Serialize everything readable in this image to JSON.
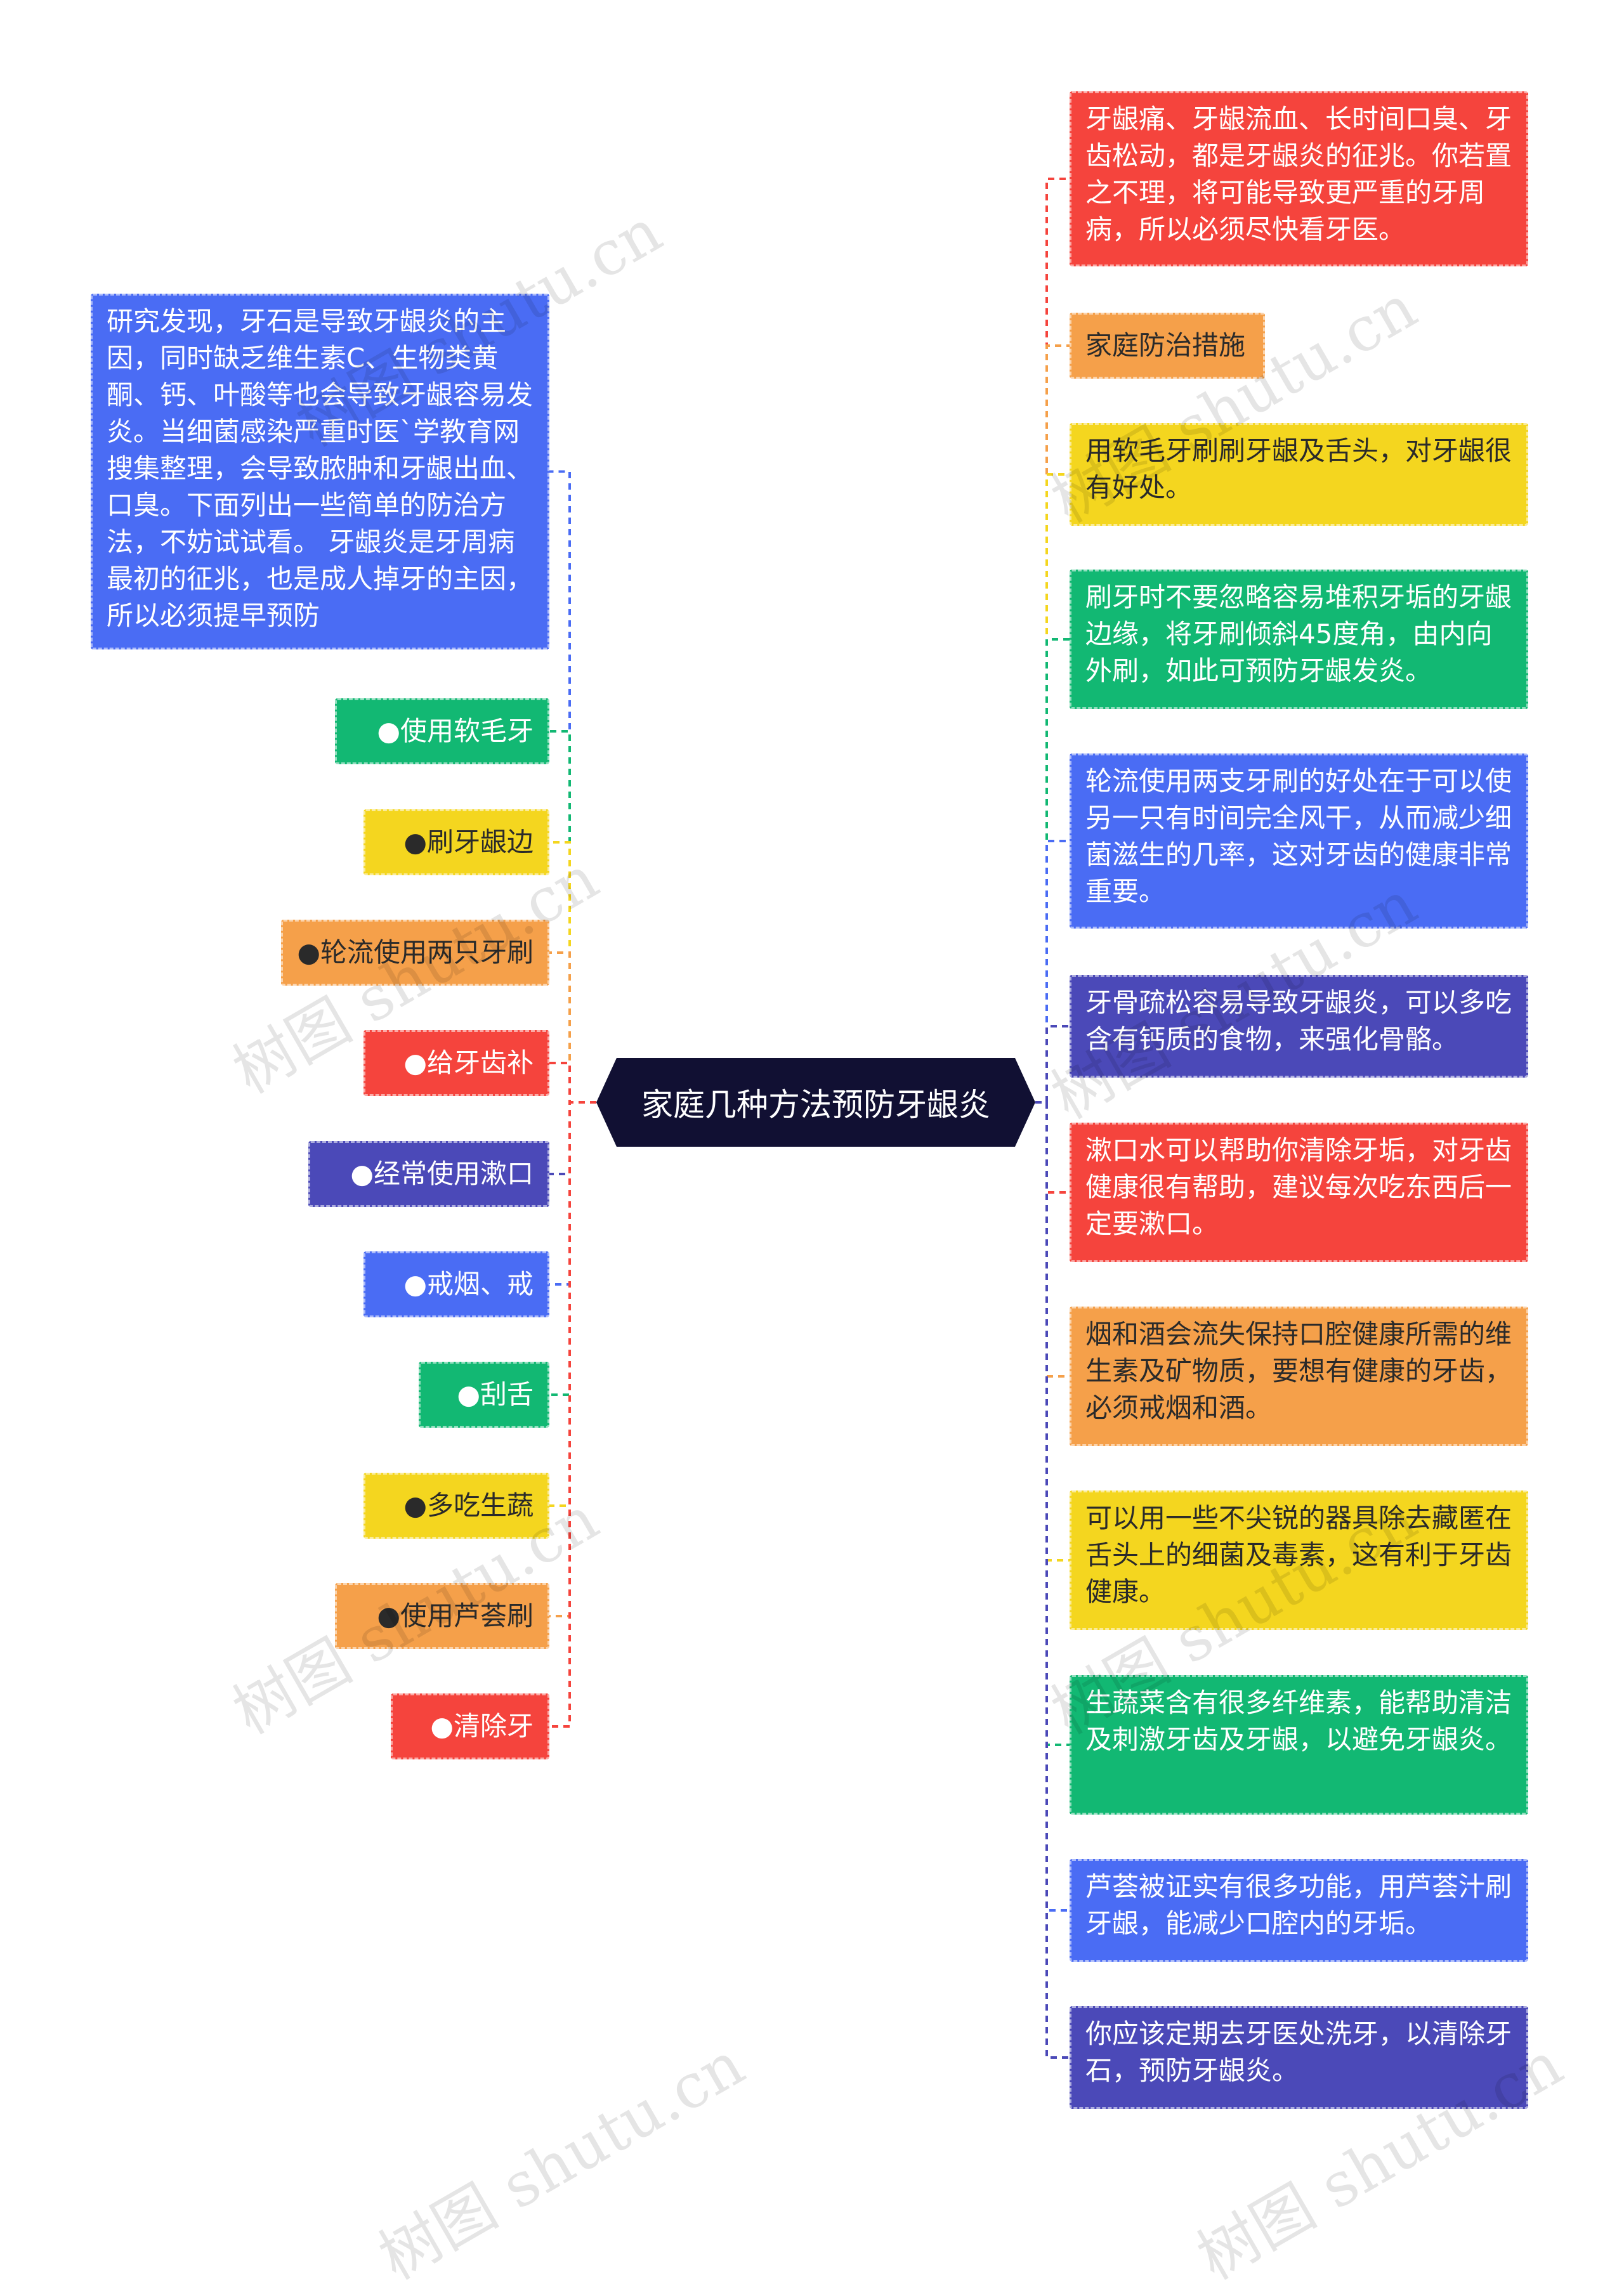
{
  "center_topic": "家庭几种方法预防牙龈炎",
  "left": {
    "intro": "研究发现，牙石是导致牙龈炎的主因，同时缺乏维生素C、生物类黄酮、钙、叶酸等也会导致牙龈容易发炎。当细菌感染严重时医`学教育网搜集整理，会导致脓肿和牙龈出血、口臭。下面列出一些简单的防治方法，不妨试试看。 牙龈炎是牙周病最初的征兆，也是成人掉牙的主因，所以必须提早预防",
    "items": [
      {
        "label": "●使用软毛牙刷",
        "color": "#12b873"
      },
      {
        "label": "●刷牙龈边缘",
        "color": "#f4d61f"
      },
      {
        "label": "●轮流使用两只牙刷",
        "color": "#f5a04a"
      },
      {
        "label": "●给牙齿补钙",
        "color": "#f5443d"
      },
      {
        "label": "●经常使用漱口水",
        "color": "#4b49b8"
      },
      {
        "label": "●戒烟、戒酒",
        "color": "#4a6cf4"
      },
      {
        "label": "●刮舌头",
        "color": "#12b873"
      },
      {
        "label": "●多吃生蔬菜",
        "color": "#f4d61f"
      },
      {
        "label": "●使用芦荟刷牙",
        "color": "#f5a04a"
      },
      {
        "label": "●清除牙石",
        "color": "#f5443d"
      }
    ]
  },
  "right": {
    "items": [
      {
        "text": "牙龈痛、牙龈流血、长时间口臭、牙齿松动，都是牙龈炎的征兆。你若置之不理，将可能导致更严重的牙周病，所以必须尽快看牙医。",
        "color": "#f5443d"
      },
      {
        "text": "家庭防治措施",
        "color": "#f5a04a"
      },
      {
        "text": "用软毛牙刷刷牙龈及舌头，对牙龈很有好处。",
        "color": "#f4d61f"
      },
      {
        "text": "刷牙时不要忽略容易堆积牙垢的牙龈边缘，将牙刷倾斜45度角，由内向外刷，如此可预防牙龈发炎。",
        "color": "#12b873"
      },
      {
        "text": "轮流使用两支牙刷的好处在于可以使另一只有时间完全风干，从而减少细菌滋生的几率，这对牙齿的健康非常重要。",
        "color": "#4a6cf4"
      },
      {
        "text": "牙骨疏松容易导致牙龈炎，可以多吃含有钙质的食物，来强化骨骼。",
        "color": "#4b49b8"
      },
      {
        "text": "漱口水可以帮助你清除牙垢，对牙齿健康很有帮助，建议每次吃东西后一定要漱口。",
        "color": "#f5443d"
      },
      {
        "text": "烟和酒会流失保持口腔健康所需的维生素及矿物质，要想有健康的牙齿，必须戒烟和酒。",
        "color": "#f5a04a"
      },
      {
        "text": "可以用一些不尖锐的器具除去藏匿在舌头上的细菌及毒素，这有利于牙齿健康。",
        "color": "#f4d61f"
      },
      {
        "text": "生蔬菜含有很多纤维素，能帮助清洁及刺激牙齿及牙龈，以避免牙龈炎。",
        "color": "#12b873"
      },
      {
        "text": "芦荟被证实有很多功能，用芦荟汁刷牙龈，能减少口腔内的牙垢。",
        "color": "#4a6cf4"
      },
      {
        "text": "你应该定期去牙医处洗牙，以清除牙石，预防牙龈炎。",
        "color": "#4b49b8"
      }
    ]
  },
  "watermark": "树图 shutu.cn"
}
